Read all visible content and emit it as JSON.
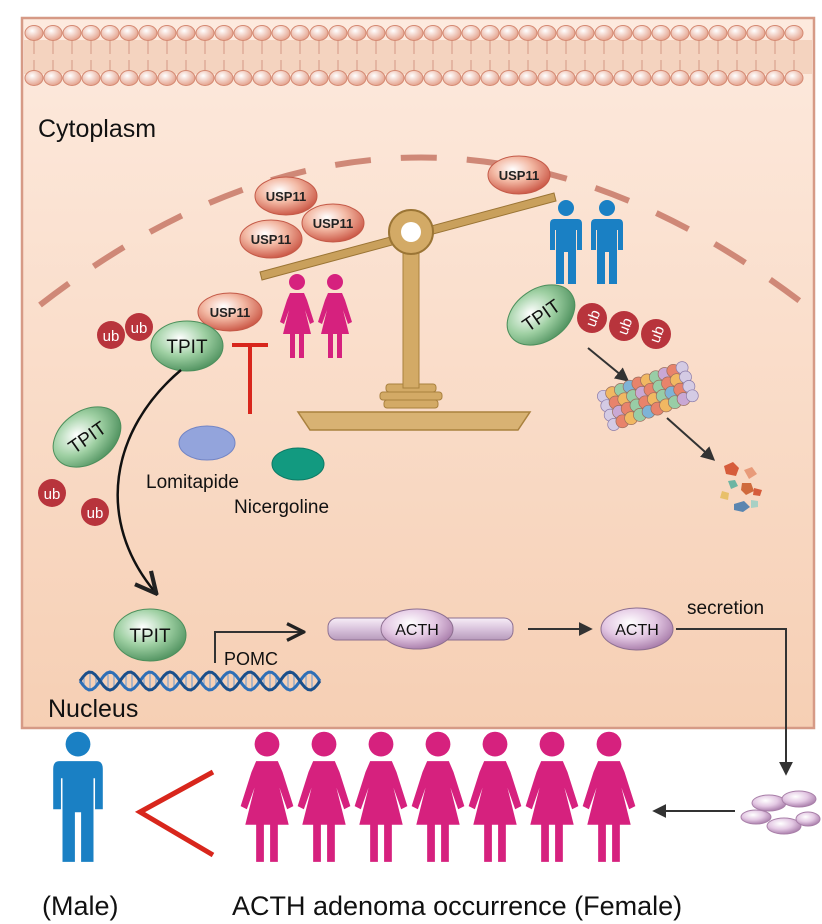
{
  "labels": {
    "cytoplasm": "Cytoplasm",
    "nucleus": "Nucleus",
    "lomitapide": "Lomitapide",
    "nicergoline": "Nicergoline",
    "pomc": "POMC",
    "secretion": "secretion",
    "male": "(Male)",
    "female": "ACTH adenoma occurrence (Female)"
  },
  "usp11": {
    "left_stack": [
      "USP11",
      "USP11",
      "USP11"
    ],
    "right_pan": "USP11",
    "tpit_bound": "USP11"
  },
  "tpit": {
    "main": "TPIT",
    "free": "TPIT",
    "degraded": "TPIT",
    "nuclear": "TPIT"
  },
  "ub": {
    "main_pair": [
      "ub",
      "ub"
    ],
    "free_pair": [
      "ub",
      "ub"
    ],
    "chain": [
      "ub",
      "ub",
      "ub"
    ]
  },
  "acth": {
    "precursor": "ACTH",
    "mature": "ACTH"
  },
  "colors": {
    "female": "#d6217e",
    "male": "#1a80c4",
    "inhibit": "#d8261c",
    "tpit": "#6faa78",
    "ub": "#b8343c",
    "balance": "#c8a25f",
    "cell": "#f8d7bf"
  },
  "counts": {
    "female_figures": 7,
    "male_figures": 1
  }
}
